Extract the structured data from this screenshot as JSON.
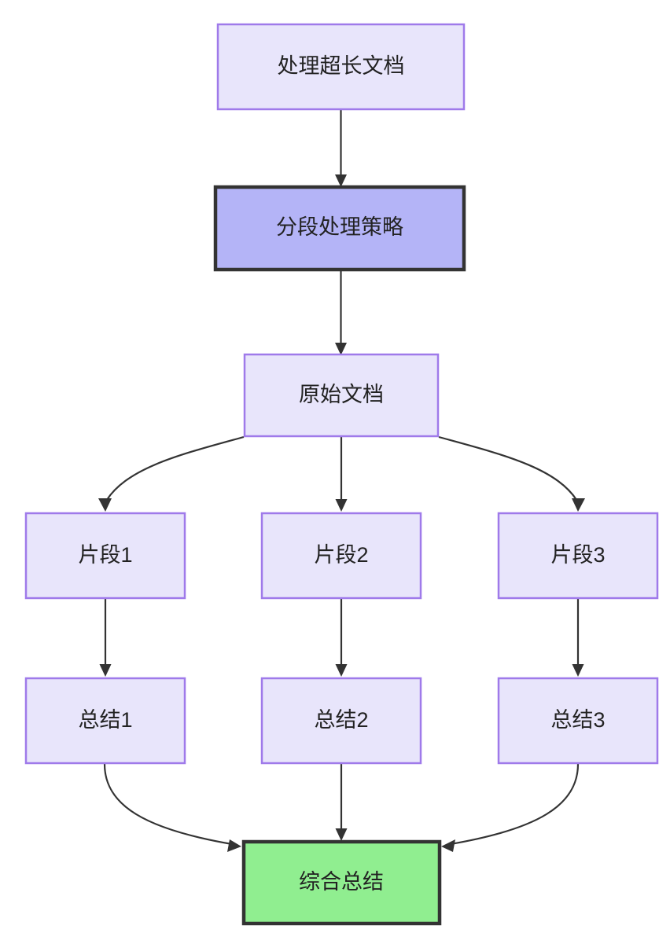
{
  "diagram": {
    "type": "flowchart",
    "direction": "top-to-bottom",
    "title_node": "处理超长文档",
    "background_color": "#ffffff",
    "styles": {
      "default_fill": "#e8e5fb",
      "default_stroke": "#9f7aea",
      "highlight_fill": "#b4b4f7",
      "highlight_stroke": "#333333",
      "result_fill": "#90ee90",
      "result_stroke": "#333333",
      "edge_color": "#333333",
      "text_color": "#222222"
    },
    "nodes": [
      {
        "id": "n1",
        "label": "处理超长文档",
        "style": "default"
      },
      {
        "id": "n2",
        "label": "分段处理策略",
        "style": "highlight"
      },
      {
        "id": "n3",
        "label": "原始文档",
        "style": "default"
      },
      {
        "id": "f1",
        "label": "片段1",
        "style": "default"
      },
      {
        "id": "f2",
        "label": "片段2",
        "style": "default"
      },
      {
        "id": "f3",
        "label": "片段3",
        "style": "default"
      },
      {
        "id": "s1",
        "label": "总结1",
        "style": "default"
      },
      {
        "id": "s2",
        "label": "总结2",
        "style": "default"
      },
      {
        "id": "s3",
        "label": "总结3",
        "style": "default"
      },
      {
        "id": "r1",
        "label": "综合总结",
        "style": "result"
      }
    ],
    "edges": [
      {
        "from": "n1",
        "to": "n2"
      },
      {
        "from": "n2",
        "to": "n3"
      },
      {
        "from": "n3",
        "to": "f1"
      },
      {
        "from": "n3",
        "to": "f2"
      },
      {
        "from": "n3",
        "to": "f3"
      },
      {
        "from": "f1",
        "to": "s1"
      },
      {
        "from": "f2",
        "to": "s2"
      },
      {
        "from": "f3",
        "to": "s3"
      },
      {
        "from": "s1",
        "to": "r1"
      },
      {
        "from": "s2",
        "to": "r1"
      },
      {
        "from": "s3",
        "to": "r1"
      }
    ]
  }
}
